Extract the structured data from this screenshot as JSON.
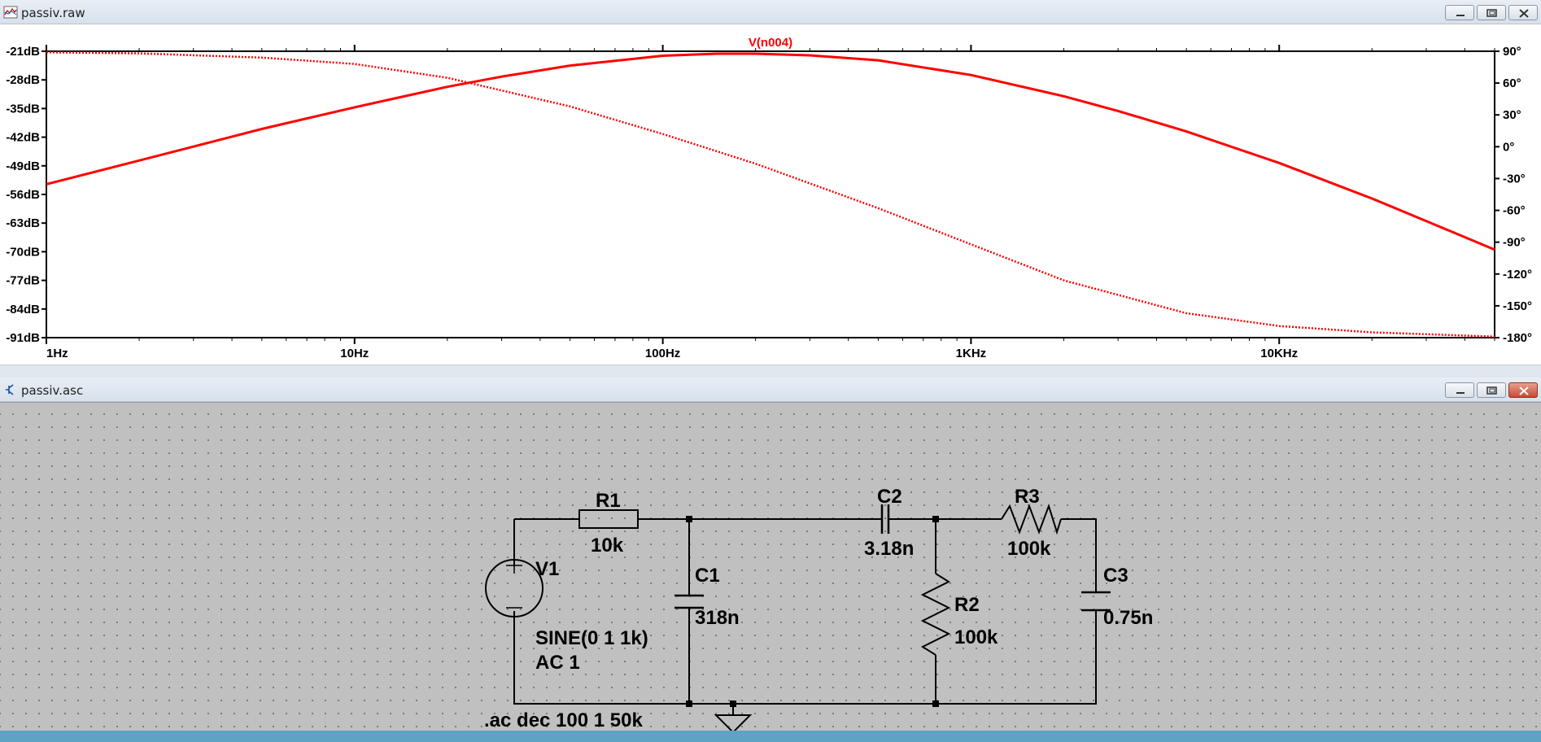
{
  "plot_window": {
    "title": "passiv.raw",
    "trace_label": "V(n004)",
    "trace_color": "#ff0000",
    "left_ticks": [
      "-21dB",
      "-28dB",
      "-35dB",
      "-42dB",
      "-49dB",
      "-56dB",
      "-63dB",
      "-70dB",
      "-77dB",
      "-84dB",
      "-91dB"
    ],
    "right_ticks": [
      "90°",
      "60°",
      "30°",
      "0°",
      "-30°",
      "-60°",
      "-90°",
      "-120°",
      "-150°",
      "-180°"
    ],
    "x_ticks": [
      "1Hz",
      "10Hz",
      "100Hz",
      "1KHz",
      "10KHz"
    ]
  },
  "chart_data": {
    "type": "line",
    "xscale": "log",
    "xlim": [
      1,
      50000
    ],
    "ylim": [
      -91,
      -21
    ],
    "y2lim": [
      -180,
      90
    ],
    "grid": false,
    "series": [
      {
        "name": "V(n004)",
        "axis": "magnitude",
        "style": "solid",
        "x": [
          1,
          2,
          3,
          5,
          10,
          20,
          30,
          50,
          100,
          150,
          200,
          300,
          500,
          1000,
          2000,
          3000,
          5000,
          10000,
          20000,
          30000,
          50000
        ],
        "y": [
          -53.5,
          -47.7,
          -44.3,
          -40.0,
          -34.7,
          -29.7,
          -27.2,
          -24.5,
          -22.1,
          -21.6,
          -21.6,
          -22.0,
          -23.2,
          -26.8,
          -32.0,
          -35.6,
          -40.6,
          -48.3,
          -57.0,
          -62.5,
          -69.5
        ]
      },
      {
        "name": "V(n004)",
        "axis": "phase",
        "style": "dotted",
        "x": [
          1,
          2,
          5,
          10,
          20,
          50,
          100,
          200,
          500,
          1000,
          2000,
          5000,
          10000,
          20000,
          50000
        ],
        "y": [
          89,
          88,
          84,
          78,
          65,
          38,
          12,
          -16,
          -58,
          -92,
          -126,
          -157,
          -169,
          -175,
          -179
        ]
      }
    ]
  },
  "schematic_window": {
    "title": "passiv.asc",
    "components": {
      "r1": {
        "name": "R1",
        "value": "10k"
      },
      "c1": {
        "name": "C1",
        "value": "318n"
      },
      "c2": {
        "name": "C2",
        "value": "3.18n"
      },
      "r2": {
        "name": "R2",
        "value": "100k"
      },
      "r3": {
        "name": "R3",
        "value": "100k"
      },
      "c3": {
        "name": "C3",
        "value": "0.75n"
      },
      "v1": {
        "name": "V1",
        "value1": "SINE(0 1 1k)",
        "value2": "AC 1"
      }
    },
    "directive": ".ac dec 100 1 50k"
  }
}
